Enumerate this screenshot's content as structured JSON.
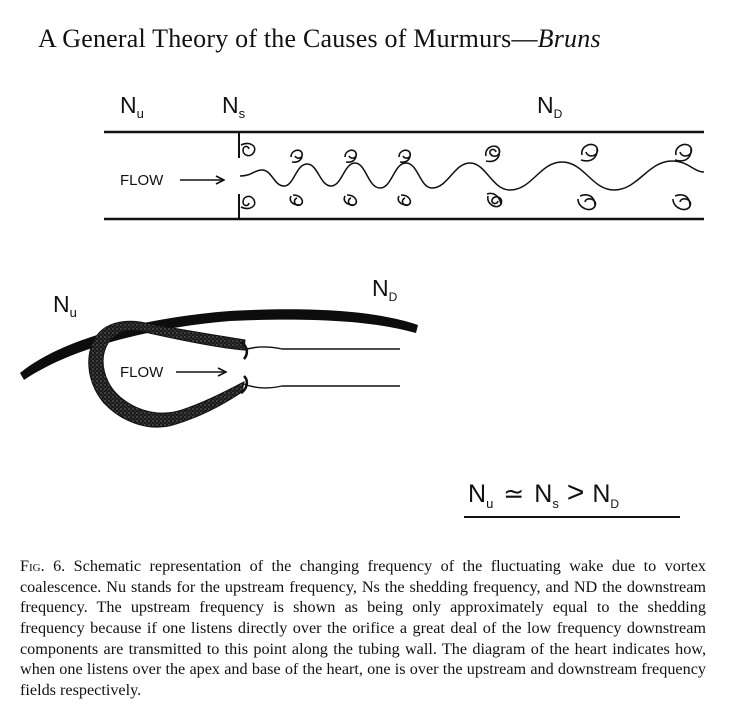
{
  "running_head": {
    "title": "A General Theory of the Causes of Murmurs—",
    "author": "Bruns"
  },
  "figure": {
    "top_panel": {
      "label_upstream": "N",
      "label_upstream_sub": "u",
      "label_shedding": "N",
      "label_shedding_sub": "s",
      "label_downstream": "N",
      "label_downstream_sub": "D",
      "flow_label": "FLOW"
    },
    "bottom_panel": {
      "label_upstream": "N",
      "label_upstream_sub": "u",
      "label_downstream": "N",
      "label_downstream_sub": "D",
      "flow_label": "FLOW"
    },
    "relation": {
      "n1": "N",
      "n1_sub": "u",
      "op1": "≃",
      "n2": "N",
      "n2_sub": "s",
      "op2": ">",
      "n3": "N",
      "n3_sub": "D"
    }
  },
  "caption": {
    "fig_label": "Fig. 6.",
    "text": "Schematic representation of the changing frequency of the fluctuating wake due to vortex coalescence. Nu stands for the upstream frequency, Ns the shedding frequency, and ND the downstream frequency. The upstream frequency is shown as being only approximately equal to the shedding frequency because if one listens directly over the orifice a great deal of the low frequency downstream components are transmitted to this point along the tubing wall. The diagram of the heart indicates how, when one listens over the apex and base of the heart, one is over the upstream and downstream frequency fields respectively."
  }
}
